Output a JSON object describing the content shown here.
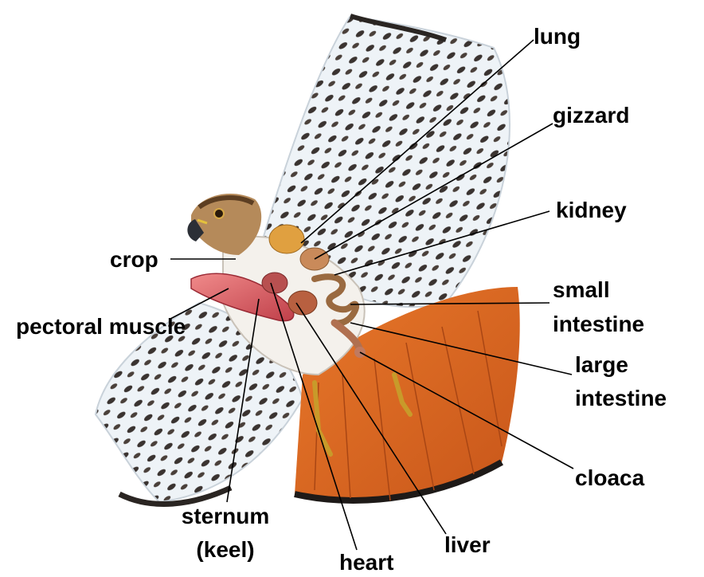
{
  "labels": {
    "lung": "lung",
    "gizzard": "gizzard",
    "kidney": "kidney",
    "small_intestine_1": "small",
    "small_intestine_2": "intestine",
    "large_intestine_1": "large",
    "large_intestine_2": "intestine",
    "cloaca": "cloaca",
    "liver": "liver",
    "heart": "heart",
    "sternum_1": "sternum",
    "sternum_2": "(keel)",
    "crop": "crop",
    "pectoral_muscle": "pectoral muscle"
  }
}
